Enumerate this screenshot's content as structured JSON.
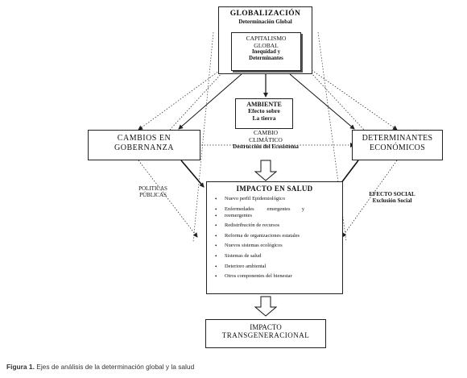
{
  "globalizacion": {
    "title": "GLOBALIZACIÓN",
    "subtitle": "Determinación Global"
  },
  "capitalismo": {
    "line1": "CAPITALISMO",
    "line2": "GLOBAL",
    "line3": "Inequidad y",
    "line4": "Determinantes"
  },
  "ambiente": {
    "line1": "AMBIENTE",
    "line2": "Efecto sobre",
    "line3": "La tierra"
  },
  "cambio_climatico": {
    "line1": "CAMBIO",
    "line2": "CLIMÁTICO",
    "line3": "Destrucción del Ecosistema"
  },
  "gobernanza": {
    "line1": "CAMBIOS EN",
    "line2": "GOBERNANZA"
  },
  "determinantes": {
    "line1": "DETERMINANTES",
    "line2": "ECONÓMICOS"
  },
  "politicas": {
    "line1": "POLITICAS",
    "line2": "PÚBLICAS"
  },
  "efecto_social": {
    "line1": "EFECTO SOCIAL",
    "line2": "Exclusión Social"
  },
  "impacto_salud": {
    "title": "IMPACTO EN SALUD",
    "items": [
      "Nuevo perfil Epidemiológico",
      "Enfermedades          emergentes         y",
      "reemergentes",
      "Redistribución de recursos",
      "Reforma de organizaciones estatales",
      "Nuevos sistemas ecológicos",
      "Sistemas de salud",
      "Deterioro ambiental",
      "Otros componentes del bienestar"
    ]
  },
  "impacto_trans": {
    "line1": "IMPACTO",
    "line2": "TRANSGENERACIONAL"
  },
  "caption": {
    "label": "Figura 1.",
    "text": " Ejes de análisis de la determinación global y la salud"
  }
}
